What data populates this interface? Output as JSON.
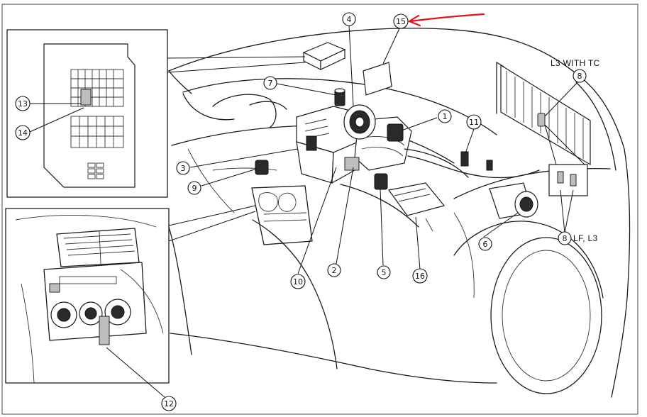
{
  "callouts": {
    "c1": "1",
    "c2": "2",
    "c3": "3",
    "c4": "4",
    "c5": "5",
    "c6": "6",
    "c7": "7",
    "c8a": "8",
    "c8b": "8",
    "c9": "9",
    "c10": "10",
    "c11": "11",
    "c12": "12",
    "c13": "13",
    "c14": "14",
    "c15": "15",
    "c16": "16"
  },
  "notes": {
    "l3_with_tc": "L3 WITH TC",
    "lf_l3": "LF, L3"
  },
  "colors": {
    "line": "#1a1a1a",
    "red_annotation": "#e0141e",
    "background": "#ffffff"
  }
}
